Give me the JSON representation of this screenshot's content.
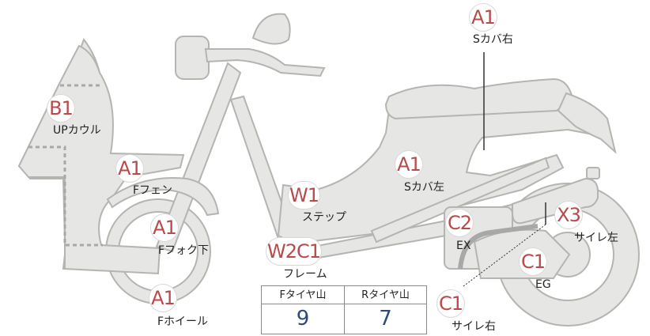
{
  "parts": [
    {
      "id": "s-cover-right",
      "code": "A1",
      "label": "Sカバ右"
    },
    {
      "id": "up-cowl",
      "code": "B1",
      "label": "UPカウル"
    },
    {
      "id": "front-fender",
      "code": "A1",
      "label": "Fフェン"
    },
    {
      "id": "side-cover-left",
      "code": "A1",
      "label": "Sカバ左"
    },
    {
      "id": "step",
      "code": "W1",
      "label": "ステップ"
    },
    {
      "id": "front-fork-lower",
      "code": "A1",
      "label": "Fフォク下"
    },
    {
      "id": "frame",
      "code": "W2C1",
      "label": "フレーム"
    },
    {
      "id": "exhaust",
      "code": "C2",
      "label": "EX"
    },
    {
      "id": "muffler-left",
      "code": "X3",
      "label": "サイレ左"
    },
    {
      "id": "engine",
      "code": "C1",
      "label": "EG"
    },
    {
      "id": "front-wheel",
      "code": "A1",
      "label": "Fホイール"
    },
    {
      "id": "muffler-right",
      "code": "C1",
      "label": "サイレ右"
    }
  ],
  "tires": {
    "front_header": "Fタイヤ山",
    "rear_header": "Rタイヤ山",
    "front_value": "9",
    "rear_value": "7"
  },
  "colors": {
    "badge_text": "#b94a4a",
    "tire_value": "#2f4a78",
    "body_fill": "#e6e6e4",
    "body_stroke": "#b4b4b1"
  }
}
